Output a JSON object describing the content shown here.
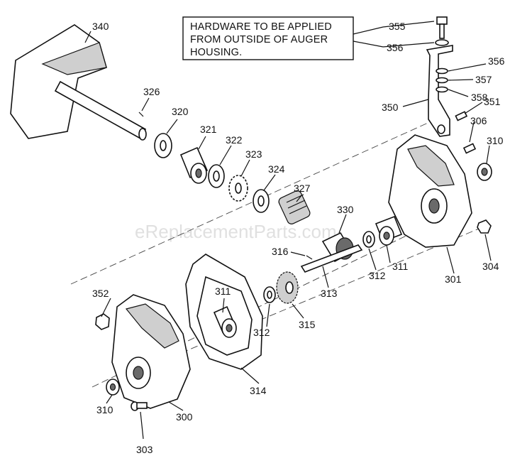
{
  "note": {
    "lines": [
      "HARDWARE TO BE APPLIED",
      "FROM OUTSIDE OF AUGER",
      "HOUSING."
    ]
  },
  "watermark": "eReplacementParts.com",
  "callouts": {
    "c340": "340",
    "c326": "326",
    "c320": "320",
    "c321": "321",
    "c322": "322",
    "c323": "323",
    "c324": "324",
    "c327": "327",
    "c355": "355",
    "c356a": "356",
    "c356b": "356",
    "c357": "357",
    "c358": "358",
    "c350": "350",
    "c351": "351",
    "c306": "306",
    "c310a": "310",
    "c330": "330",
    "c316": "316",
    "c311a": "311",
    "c311b": "311",
    "c312a": "312",
    "c312b": "312",
    "c313": "313",
    "c301": "301",
    "c304": "304",
    "c352": "352",
    "c315": "315",
    "c314": "314",
    "c310b": "310",
    "c300": "300",
    "c303": "303"
  }
}
